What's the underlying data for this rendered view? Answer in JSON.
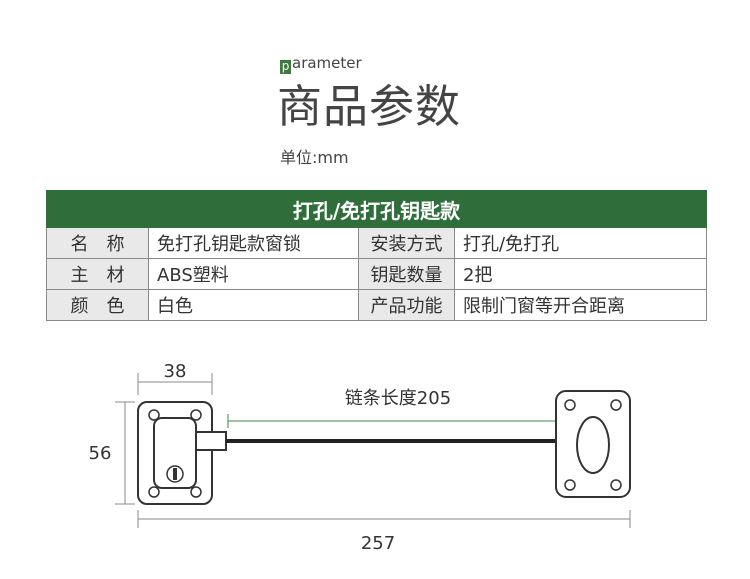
{
  "header": {
    "param_box_letter": "p",
    "param_rest": "arameter",
    "title": "商品参数",
    "unit": "单位:mm"
  },
  "colors": {
    "accent_green": "#2f6e3a",
    "label_gray": "#e9e9e9",
    "dimension_green": "#3a8a4a"
  },
  "table": {
    "title": "打孔/免打孔钥匙款",
    "rows": [
      {
        "label1": "名　称",
        "value1": "免打孔钥匙款窗锁",
        "label2": "安装方式",
        "value2": "打孔/免打孔"
      },
      {
        "label1": "主　材",
        "value1": "ABS塑料",
        "label2": "钥匙数量",
        "value2": "2把"
      },
      {
        "label1": "颜　色",
        "value1": "白色",
        "label2": "产品功能",
        "value2": "限制门窗等开合距离"
      }
    ]
  },
  "diagram": {
    "dim_width": "38",
    "dim_height": "56",
    "dim_chain": "链条长度205",
    "dim_total": "257",
    "icons": [
      "lock-body-icon",
      "keyhole-icon",
      "chain-icon",
      "receiver-plate-icon"
    ]
  }
}
